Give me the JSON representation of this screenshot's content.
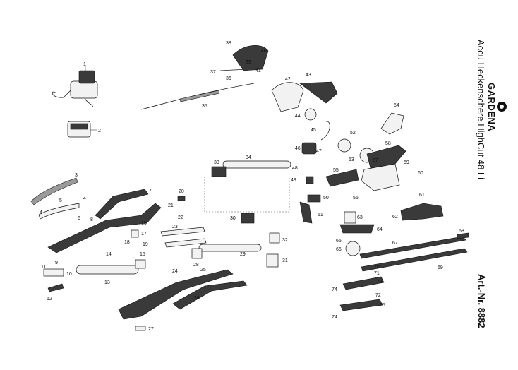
{
  "brand": {
    "name": "GARDENA",
    "product": "Accu Heckenschere HighCut 48 Li",
    "article": "Art.-Nr. 8882"
  },
  "colors": {
    "ink": "#111111",
    "fill_dark": "#3a3a3a",
    "paper": "#ffffff"
  },
  "callouts": [
    "1",
    "2",
    "3",
    "4",
    "4",
    "5",
    "6",
    "7",
    "8",
    "9",
    "10",
    "11",
    "12",
    "13",
    "14",
    "15",
    "16",
    "17",
    "18",
    "19",
    "20",
    "21",
    "22",
    "23",
    "24",
    "25",
    "26",
    "27",
    "28",
    "29",
    "30",
    "31",
    "32",
    "33",
    "34",
    "35",
    "36",
    "37",
    "38",
    "39",
    "40",
    "41",
    "42",
    "43",
    "44",
    "45",
    "46",
    "47",
    "48",
    "49",
    "50",
    "51",
    "52",
    "53",
    "54",
    "55",
    "56",
    "57",
    "58",
    "59",
    "60",
    "61",
    "62",
    "63",
    "64",
    "65",
    "66",
    "67",
    "68",
    "69",
    "70",
    "71",
    "72",
    "73",
    "74",
    "75"
  ]
}
